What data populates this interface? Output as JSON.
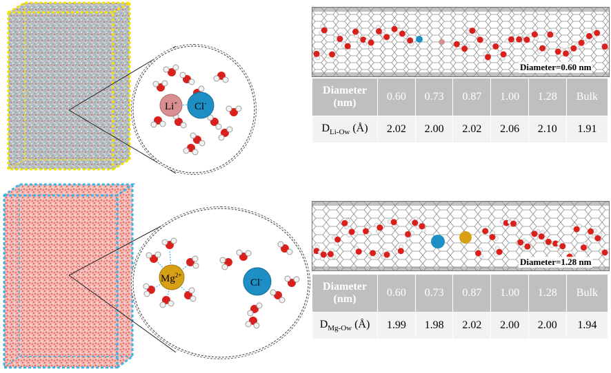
{
  "top": {
    "box_color": "#f4e200",
    "zoom_ions": {
      "cation": "Li",
      "cation_charge": "+",
      "anion": "Cl",
      "anion_charge": "-"
    },
    "tube_label": "Diameter=0.60 nm",
    "table": {
      "header_label_line1": "Diameter",
      "header_label_line2": "(nm)",
      "diameters": [
        "0.60",
        "0.73",
        "0.87",
        "1.00",
        "1.28",
        "Bulk"
      ],
      "row_label_main": "D",
      "row_label_sub": "Li-Ow",
      "row_label_unit": " (Å)",
      "values": [
        "2.02",
        "2.00",
        "2.02",
        "2.06",
        "2.10",
        "1.91"
      ]
    }
  },
  "bottom": {
    "box_color": "#3ab5e6",
    "zoom_ions": {
      "cation": "Mg",
      "cation_charge": "2+",
      "anion": "Cl",
      "anion_charge": "-"
    },
    "tube_label": "Diameter=1.28 nm",
    "table": {
      "header_label_line1": "Diameter",
      "header_label_line2": "(nm)",
      "diameters": [
        "0.60",
        "0.73",
        "0.87",
        "1.00",
        "1.28",
        "Bulk"
      ],
      "row_label_main": "D",
      "row_label_sub": "Mg-Ow",
      "row_label_unit": " (Å)",
      "values": [
        "1.99",
        "1.98",
        "2.02",
        "2.00",
        "2.00",
        "1.94"
      ]
    }
  },
  "colors": {
    "oxygen": "#d9201c",
    "hydrogen": "#f2f2f2",
    "li": "#d98f91",
    "cl": "#1e8fc4",
    "mg": "#d8a015",
    "table_header": "#bfbfbf",
    "table_row": "#f2f2f2"
  }
}
